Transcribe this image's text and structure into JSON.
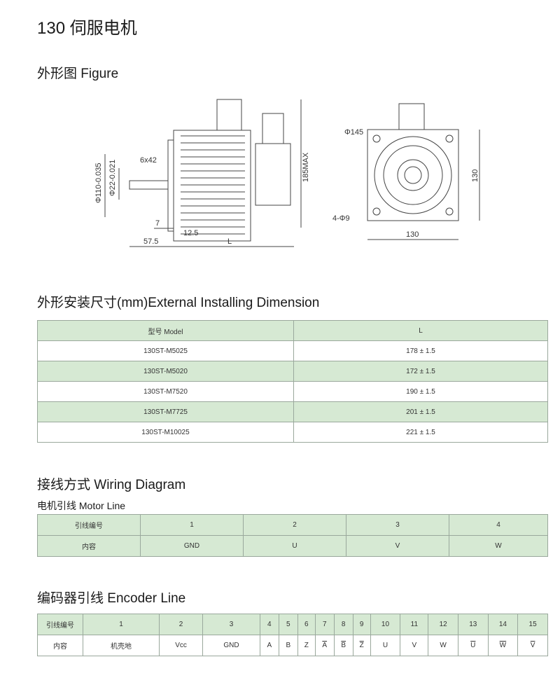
{
  "page": {
    "title": "130 伺服电机",
    "figure_heading": "外形图 Figure",
    "dimension_heading": "外形安装尺寸(mm)External Installing Dimension",
    "wiring_heading": "接线方式 Wiring Diagram",
    "motor_line_heading": "电机引线 Motor Line",
    "encoder_line_heading": "编码器引线 Encoder Line"
  },
  "drawing_labels": {
    "keyway": "6x42",
    "shaft_dia": "Φ22-0.021",
    "flange_dia": "Φ110-0.035",
    "max_height": "185MAX",
    "dim_7": "7",
    "dim_12_5": "12.5",
    "dim_57_5": "57.5",
    "dim_L": "L",
    "pcd": "Φ145",
    "holes": "4-Φ9",
    "width_130": "130",
    "height_130": "130"
  },
  "dimension_table": {
    "headers": [
      "型号 Model",
      "L"
    ],
    "rows": [
      [
        "130ST-M5025",
        "178 ± 1.5"
      ],
      [
        "130ST-M5020",
        "172 ± 1.5"
      ],
      [
        "130ST-M7520",
        "190 ± 1.5"
      ],
      [
        "130ST-M7725",
        "201 ± 1.5"
      ],
      [
        "130ST-M10025",
        "221 ± 1.5"
      ]
    ]
  },
  "motor_line": {
    "row_labels": [
      "引线编号",
      "内容"
    ],
    "numbers": [
      "1",
      "2",
      "3",
      "4"
    ],
    "contents": [
      "GND",
      "U",
      "V",
      "W"
    ]
  },
  "encoder_line": {
    "row_labels": [
      "引线编号",
      "内容"
    ],
    "numbers": [
      "1",
      "2",
      "3",
      "4",
      "5",
      "6",
      "7",
      "8",
      "9",
      "10",
      "11",
      "12",
      "13",
      "14",
      "15"
    ],
    "contents": [
      "机壳地",
      "Vcc",
      "GND",
      "A",
      "B",
      "Z",
      "A",
      "B",
      "Z",
      "U",
      "V",
      "W",
      "U",
      "W",
      "V"
    ]
  }
}
